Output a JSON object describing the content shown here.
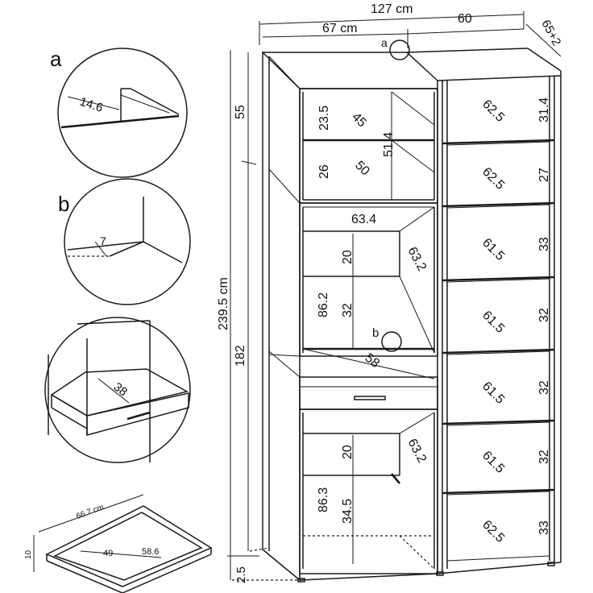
{
  "overall": {
    "width": "127 cm",
    "left_width": "67 cm",
    "right_width": "60",
    "depth": "65+2",
    "height": "239.5 cm",
    "upper_height": "55",
    "lower_height": "182",
    "plinth": "2.5"
  },
  "details": {
    "a": {
      "letter": "a",
      "value": "14.6"
    },
    "b": {
      "letter": "b",
      "value": "7"
    },
    "drawer": {
      "value": "38"
    },
    "tray": {
      "width": "66.7 cm",
      "height": "10",
      "inner": "49",
      "depth": "58.6"
    }
  },
  "left_cabinet": {
    "top_h1": "23.5",
    "top_d1": "45",
    "top_h2": "26",
    "top_d2": "50",
    "top_total": "51.4",
    "niche_w": "63.4",
    "niche_h_upper": "20",
    "niche_h_total": "86.2",
    "niche_h_lower": "32",
    "niche_d": "63.2",
    "niche_floor_d": "58",
    "lower_h_top": "20",
    "lower_h_total": "86.3",
    "lower_h_bottom": "34.5",
    "lower_d": "63.2"
  },
  "right_cabinet": {
    "shelves": [
      {
        "h": "31.4",
        "d": "62.5"
      },
      {
        "h": "27",
        "d": "62.5"
      },
      {
        "h": "33",
        "d": "61.5"
      },
      {
        "h": "32",
        "d": "61.5"
      },
      {
        "h": "32",
        "d": "61.5"
      },
      {
        "h": "32",
        "d": "61.5"
      },
      {
        "h": "33",
        "d": "62.5"
      }
    ]
  }
}
